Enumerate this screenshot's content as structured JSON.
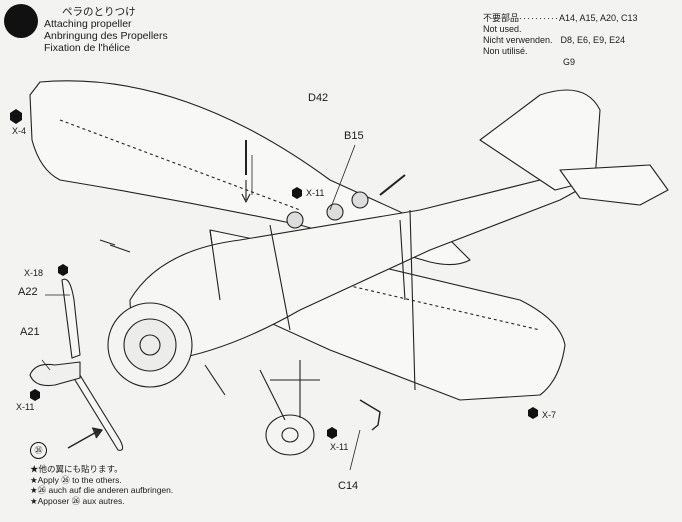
{
  "header": {
    "step_title_jp": "ペラのとりつけ",
    "step_title_en": "Attaching propeller",
    "step_title_de": "Anbringung des Propellers",
    "step_title_fr": "Fixation de l'hélice"
  },
  "not_used": {
    "jp_label": "不要部品",
    "parts_line1": "A14, A15, A20, C13",
    "en": "Not used.",
    "parts_line2": "D8, E6, E9, E24",
    "de": "Nicht verwenden.",
    "fr": "Non utilisé.",
    "parts_line3": "G9"
  },
  "callouts": {
    "d42": "D42",
    "b15": "B15",
    "a22": "A22",
    "a21": "A21",
    "c14": "C14",
    "x4": "X-4",
    "x11_top": "X-11",
    "x18": "X-18",
    "x11_left": "X-11",
    "x7": "X-7",
    "x11_bottom": "X-11",
    "decal_num": "㉖"
  },
  "notes": {
    "jp": "★他の翼にも貼ります。",
    "en": "★Apply ㉖ to the others.",
    "de": "★㉖ auch auf die anderen aufbringen.",
    "fr": "★Apposer ㉖ aux autres."
  }
}
